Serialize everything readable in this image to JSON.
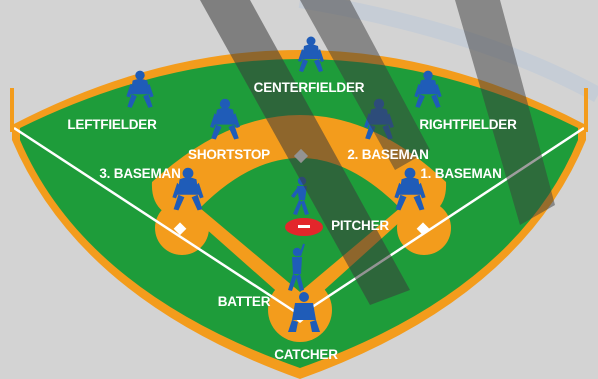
{
  "diagram": {
    "colors": {
      "background": "#d3d3d3",
      "grass": "#1e9c3a",
      "dirt": "#f39c1c",
      "player": "#1f5cb8",
      "chalk": "#ffffff",
      "watermark": "#3b3b3b"
    },
    "positions": {
      "centerfielder": "CENTERFIELDER",
      "leftfielder": "LEFTFIELDER",
      "rightfielder": "RIGHTFIELDER",
      "shortstop": "SHORTSTOP",
      "second_baseman": "2. BASEMAN",
      "third_baseman": "3. BASEMAN",
      "first_baseman": "1. BASEMAN",
      "pitcher": "PITCHER",
      "batter": "BATTER",
      "catcher": "CATCHER"
    }
  }
}
